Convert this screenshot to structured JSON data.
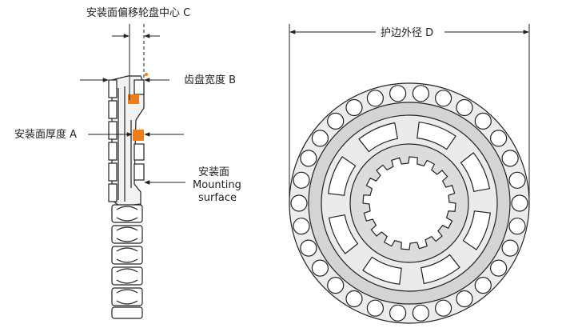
{
  "labels": {
    "offset_c": "安装面偏移轮盘中心 C",
    "width_b": "齿盘宽度 B",
    "thickness_a": "安装面厚度 A",
    "mounting_cn": "安装面",
    "mounting_en_1": "Mounting",
    "mounting_en_2": "surface",
    "diameter_d": "护边外径 D"
  },
  "colors": {
    "highlight": "#f07d1a",
    "line": "#222222",
    "fill_light": "#e8e8e8",
    "fill_mid": "#c9c9c9"
  },
  "front_view": {
    "rollers": 30
  }
}
